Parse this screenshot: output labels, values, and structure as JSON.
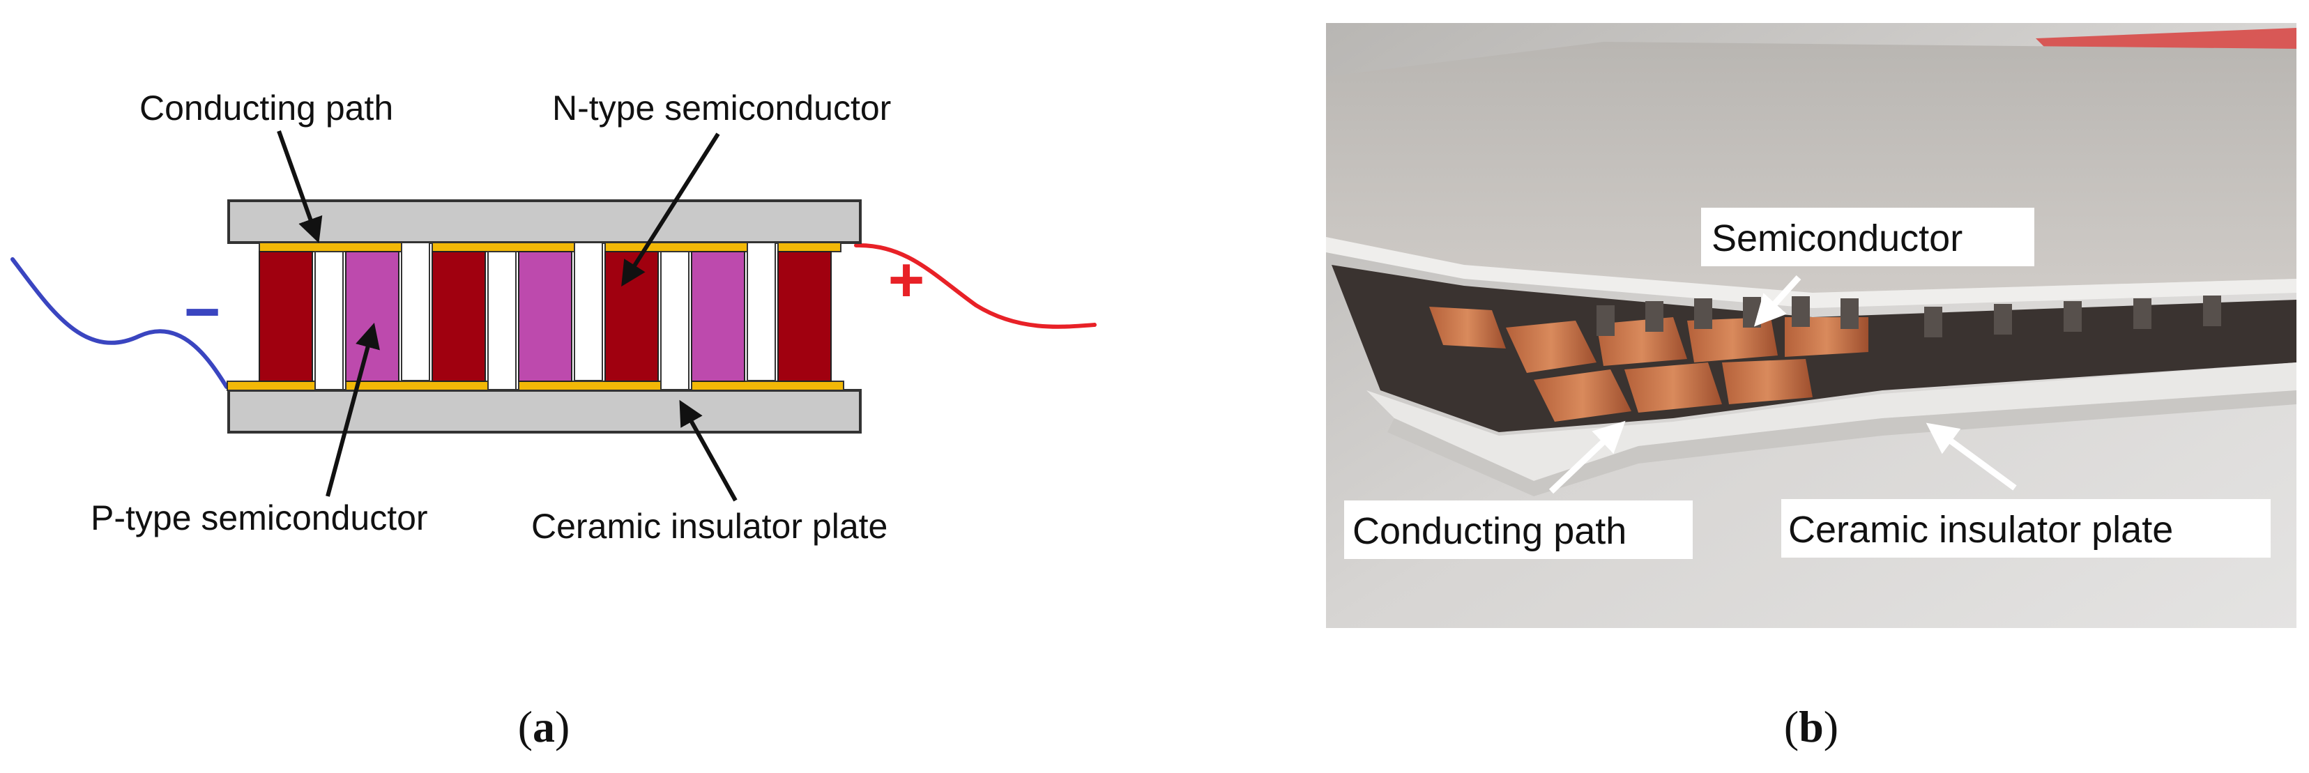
{
  "panel_a": {
    "labels": {
      "conducting_path": "Conducting path",
      "n_type": "N-type semiconductor",
      "p_type": "P-type semiconductor",
      "ceramic_plate": "Ceramic insulator plate"
    },
    "terminals": {
      "negative": "−",
      "positive": "+"
    },
    "colors": {
      "ceramic": "#c9c9c9",
      "conductor": "#f2b807",
      "n_type": "#a0000f",
      "p_type": "#bd4aad",
      "negative_wire": "#3a45c0",
      "positive_wire": "#e82127"
    },
    "caption": {
      "open": "(",
      "letter": "a",
      "close": ")"
    }
  },
  "panel_b": {
    "labels": {
      "semiconductor": "Semiconductor",
      "conducting_path": "Conducting path",
      "ceramic_plate": "Ceramic insulator plate"
    },
    "caption": {
      "open": "(",
      "letter": "b",
      "close": ")"
    }
  }
}
